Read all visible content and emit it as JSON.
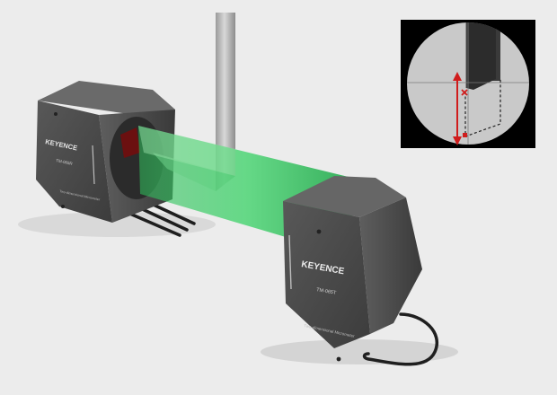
{
  "scene": {
    "receiver": {
      "brand": "KEYENCE",
      "model": "TM-065R",
      "caption": "Two-dimensional Micrometer"
    },
    "transmitter": {
      "brand": "KEYENCE",
      "model": "TM-065T",
      "caption": "Two-dimensional Micrometer"
    }
  },
  "colors": {
    "background": "#ececec",
    "housing": "#4a4a4a",
    "beam": "#3fcf6a",
    "indicator": "#d01c1c",
    "inset_bg": "#000000",
    "inset_circle": "#c9c9c9"
  }
}
